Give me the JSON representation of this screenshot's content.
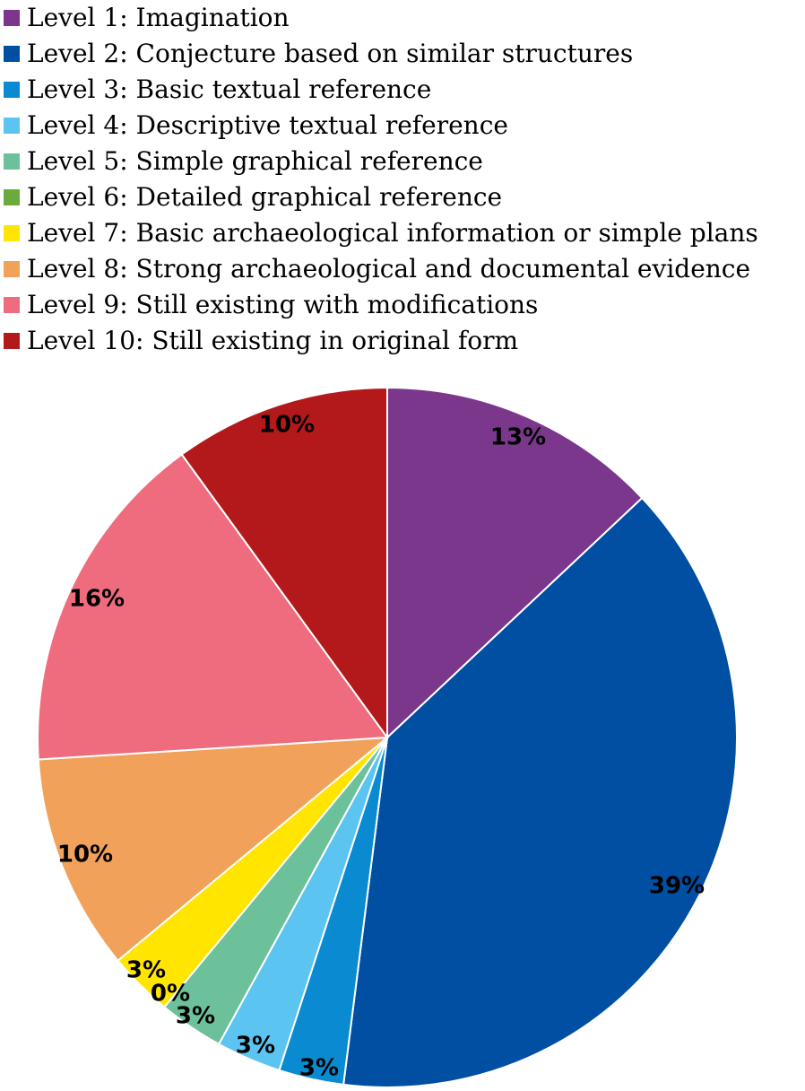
{
  "chart_data": {
    "type": "pie",
    "title": "",
    "legend_position": "top",
    "slices": [
      {
        "name": "Level 1: Imagination",
        "value": 13,
        "label": "13%",
        "color": "#7B378C"
      },
      {
        "name": "Level 2: Conjecture based on similar structures",
        "value": 39,
        "label": "39%",
        "color": "#004FA3"
      },
      {
        "name": "Level 3: Basic textual reference",
        "value": 3,
        "label": "3%",
        "color": "#0A8AD0"
      },
      {
        "name": "Level 4: Descriptive textual reference",
        "value": 3,
        "label": "3%",
        "color": "#5BC4F0"
      },
      {
        "name": "Level 5: Simple graphical reference",
        "value": 3,
        "label": "3%",
        "color": "#6CC19B"
      },
      {
        "name": "Level 6: Detailed graphical reference",
        "value": 0,
        "label": "0%",
        "color": "#6BAA3C"
      },
      {
        "name": "Level 7: Basic archaeological information or simple plans",
        "value": 3,
        "label": "3%",
        "color": "#FFE500"
      },
      {
        "name": "Level 8: Strong archaeological and documental evidence",
        "value": 10,
        "label": "10%",
        "color": "#F2A15A"
      },
      {
        "name": "Level 9: Still existing with modifications",
        "value": 16,
        "label": "16%",
        "color": "#EE6C7D"
      },
      {
        "name": "Level 10: Still existing in original form",
        "value": 10,
        "label": "10%",
        "color": "#B3191B"
      }
    ]
  }
}
